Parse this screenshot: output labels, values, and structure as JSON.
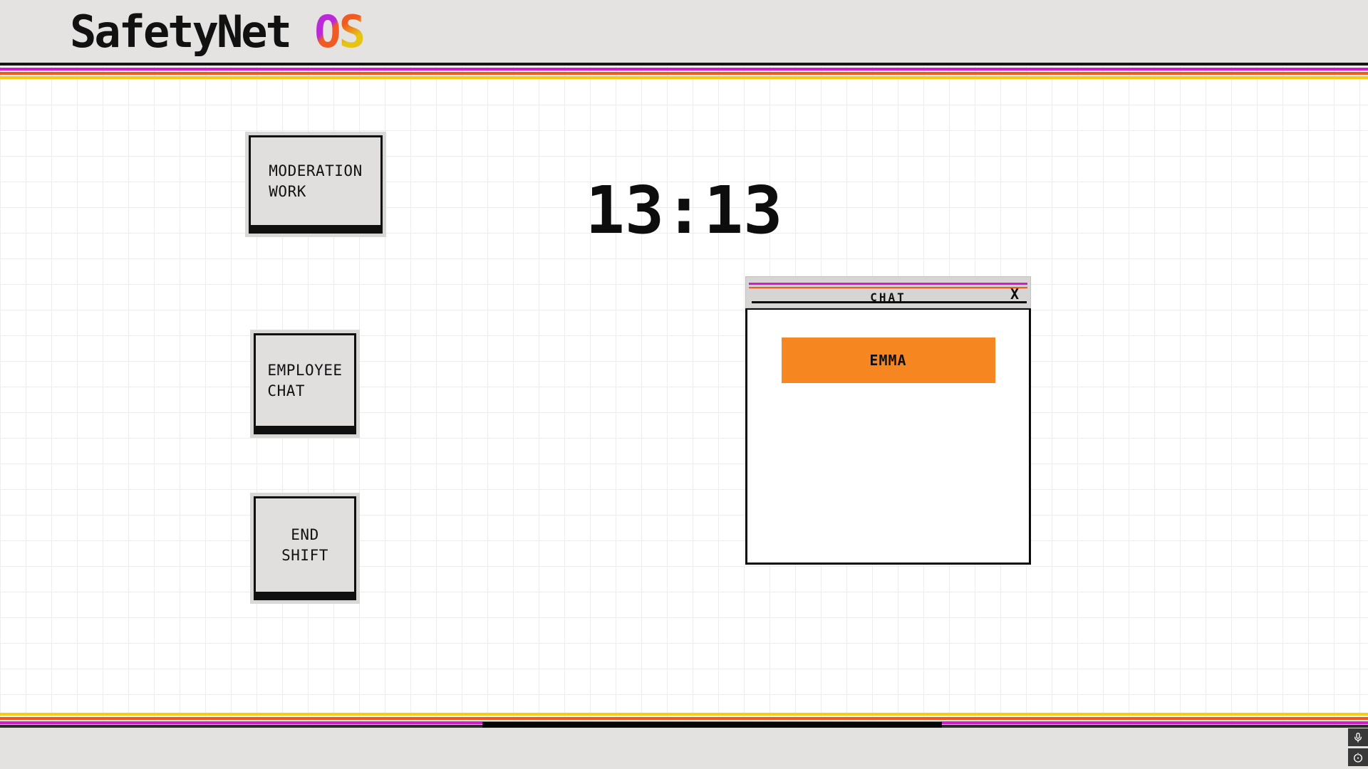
{
  "header": {
    "brand": "SafetyNet",
    "os_o": "O",
    "os_s": "S"
  },
  "desktop": {
    "clock": "13:13",
    "buttons": [
      {
        "id": "moderation-work",
        "label": "MODERATION\nWORK"
      },
      {
        "id": "employee-chat",
        "label": "EMPLOYEE\nCHAT"
      },
      {
        "id": "end-shift",
        "label": "END\nSHIFT"
      }
    ]
  },
  "chat_window": {
    "title": "CHAT",
    "close_label": "X",
    "contacts": [
      {
        "name": "EMMA"
      }
    ]
  },
  "taskbar": {
    "icons": [
      "microphone-icon",
      "power-icon"
    ]
  },
  "colors": {
    "magenta": "#d718cf",
    "orange": "#f3591c",
    "yellow": "#f7cd11",
    "emma_orange": "#f6861f",
    "logo_purple": "#bb2ad8",
    "logo_orange": "#ef5b22",
    "logo_yellow": "#e5c414"
  }
}
